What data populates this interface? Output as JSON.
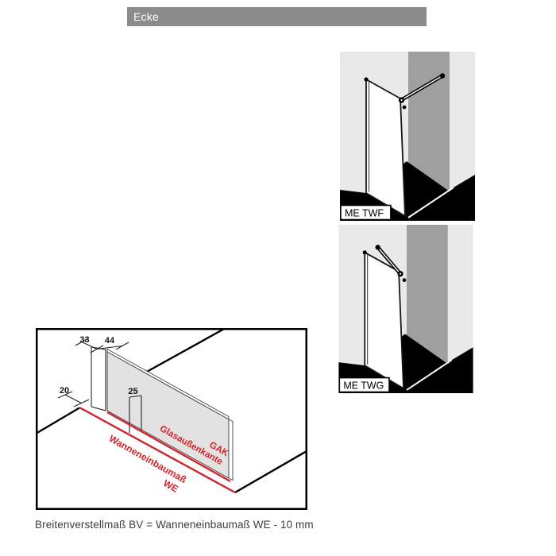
{
  "header": {
    "label": "Ecke",
    "bg_color": "#8b8b8b",
    "text_color": "#ffffff"
  },
  "products": [
    {
      "label": "ME TWF"
    },
    {
      "label": "ME TWG"
    }
  ],
  "diagram": {
    "dims": {
      "profile_width": "33",
      "glass_overhang": "44",
      "edge_offset": "20",
      "glass_inset": "25"
    },
    "annotations": {
      "gak_label": "Glasaußenkante",
      "gak_abbr": "GAK",
      "we_label": "Wanneneinbaumaß",
      "we_abbr": "WE"
    },
    "colors": {
      "annotation_red": "#d2232a",
      "glass_fill": "#e2e2e2"
    }
  },
  "page": {
    "caption": "Breitenverstellmaß BV = Wanneneinbaumaß WE - 10 mm"
  }
}
